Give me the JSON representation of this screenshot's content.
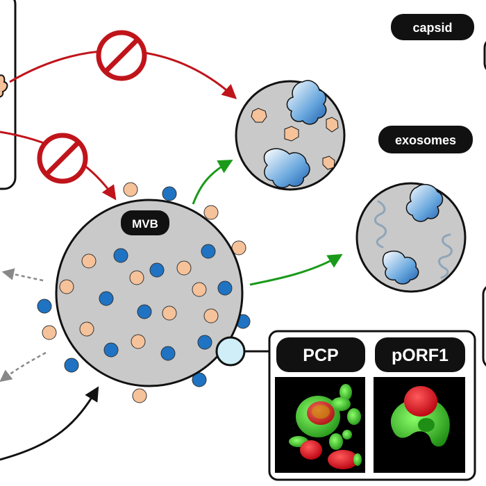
{
  "labels": {
    "capsid": "capsid",
    "exosomes": "exosomes",
    "mvb": "MVB",
    "pcp": "PCP",
    "porf1": "pORF1"
  },
  "colors": {
    "background": "#ffffff",
    "vesicle_fill": "#c9c9c9",
    "outline": "#111111",
    "inhibit_red": "#c0141b",
    "arrow_green": "#1a9a1a",
    "arrow_gray": "#888888",
    "dot_orange": "#f6c29a",
    "dot_blue": "#1f73c2",
    "label_bg": "#111111",
    "micrograph_green": "#3fdc2a",
    "micrograph_red": "#e8001a",
    "zoom_circle": "#cfeef8"
  }
}
